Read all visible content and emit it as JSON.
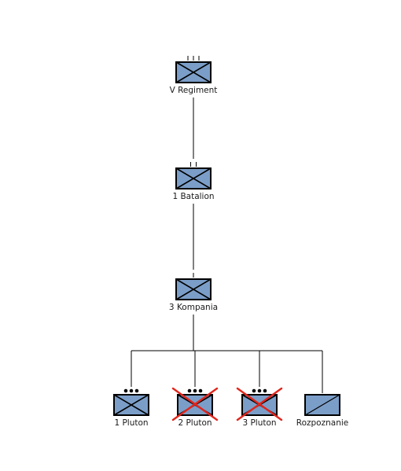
{
  "diagram": {
    "colors": {
      "unit_fill": "#7b9ec8",
      "unit_stroke": "#000000",
      "connector": "#000000",
      "cross_out": "#e0261d"
    },
    "nodes": [
      {
        "id": "regiment",
        "label": "V Regiment",
        "echelon": "regiment",
        "symbol": "infantry",
        "crossed_out": false
      },
      {
        "id": "batalion",
        "label": "1 Batalion",
        "echelon": "battalion",
        "symbol": "infantry",
        "crossed_out": false
      },
      {
        "id": "kompania",
        "label": "3 Kompania",
        "echelon": "company",
        "symbol": "infantry",
        "crossed_out": false
      },
      {
        "id": "pluton1",
        "label": "1 Pluton",
        "echelon": "platoon",
        "symbol": "infantry",
        "crossed_out": false
      },
      {
        "id": "pluton2",
        "label": "2 Pluton",
        "echelon": "platoon",
        "symbol": "infantry",
        "crossed_out": true
      },
      {
        "id": "pluton3",
        "label": "3 Pluton",
        "echelon": "platoon",
        "symbol": "infantry",
        "crossed_out": true
      },
      {
        "id": "rozpoznanie",
        "label": "Rozpoznanie",
        "echelon": "none",
        "symbol": "reconnaissance",
        "crossed_out": false
      }
    ],
    "edges": [
      {
        "from": "regiment",
        "to": "batalion"
      },
      {
        "from": "batalion",
        "to": "kompania"
      },
      {
        "from": "kompania",
        "to": "pluton1"
      },
      {
        "from": "kompania",
        "to": "pluton2"
      },
      {
        "from": "kompania",
        "to": "pluton3"
      },
      {
        "from": "kompania",
        "to": "rozpoznanie"
      }
    ]
  }
}
